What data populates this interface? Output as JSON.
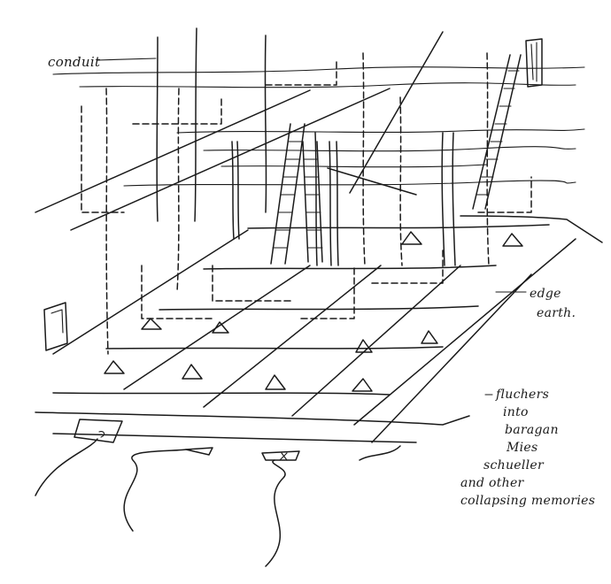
{
  "labels": {
    "conduit": "conduit",
    "edge_line1": "edge",
    "edge_line2": "earth."
  },
  "note": {
    "lines": [
      "fluchers",
      "into",
      "baragan",
      "Mies",
      "schueller",
      "and other",
      "collapsing memories"
    ]
  },
  "colors": {
    "ink": "#1a1a1a",
    "paper": "#ffffff"
  }
}
